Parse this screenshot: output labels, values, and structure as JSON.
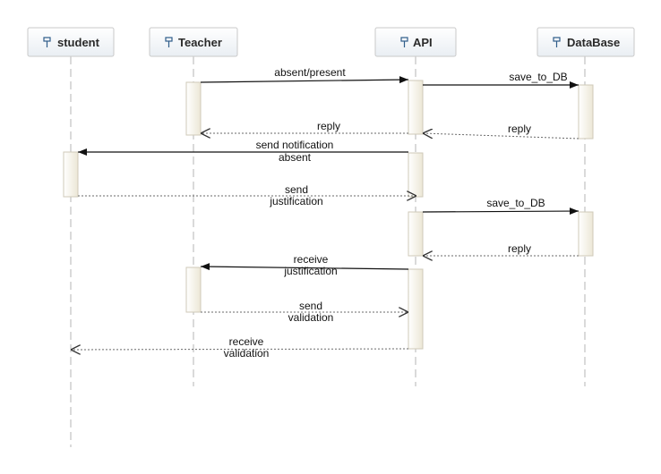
{
  "actors": [
    {
      "id": "student",
      "label": "student",
      "icon": "pin-icon"
    },
    {
      "id": "teacher",
      "label": "Teacher",
      "icon": "pin-icon"
    },
    {
      "id": "api",
      "label": "API",
      "icon": "pin-icon"
    },
    {
      "id": "database",
      "label": "DataBase",
      "icon": "pin-icon"
    }
  ],
  "messages": [
    {
      "id": "m1",
      "from": "teacher",
      "to": "api",
      "kind": "sync",
      "lines": [
        "absent/present"
      ]
    },
    {
      "id": "m2",
      "from": "api",
      "to": "database",
      "kind": "sync",
      "lines": [
        "save_to_DB"
      ]
    },
    {
      "id": "m3",
      "from": "api",
      "to": "teacher",
      "kind": "reply",
      "lines": [
        "reply"
      ]
    },
    {
      "id": "m4",
      "from": "database",
      "to": "api",
      "kind": "reply",
      "lines": [
        "reply"
      ]
    },
    {
      "id": "m5",
      "from": "api",
      "to": "student",
      "kind": "sync",
      "lines": [
        "send notification",
        "absent"
      ]
    },
    {
      "id": "m6",
      "from": "student",
      "to": "api",
      "kind": "reply",
      "lines": [
        "send",
        "justification"
      ]
    },
    {
      "id": "m7",
      "from": "api",
      "to": "database",
      "kind": "sync",
      "lines": [
        "save_to_DB"
      ]
    },
    {
      "id": "m8",
      "from": "database",
      "to": "api",
      "kind": "reply",
      "lines": [
        "reply"
      ]
    },
    {
      "id": "m9",
      "from": "api",
      "to": "teacher",
      "kind": "sync",
      "lines": [
        "receive",
        "justification"
      ]
    },
    {
      "id": "m10",
      "from": "teacher",
      "to": "api",
      "kind": "reply",
      "lines": [
        "send",
        "validation"
      ]
    },
    {
      "id": "m11",
      "from": "api",
      "to": "student",
      "kind": "reply",
      "lines": [
        "receive",
        "validation"
      ]
    }
  ],
  "colors": {
    "lifeline": "#b5b5b5",
    "activation_fill_top": "#ffffff",
    "activation_fill_bottom": "#efeadc",
    "actor_icon": "#2f5d8a"
  }
}
